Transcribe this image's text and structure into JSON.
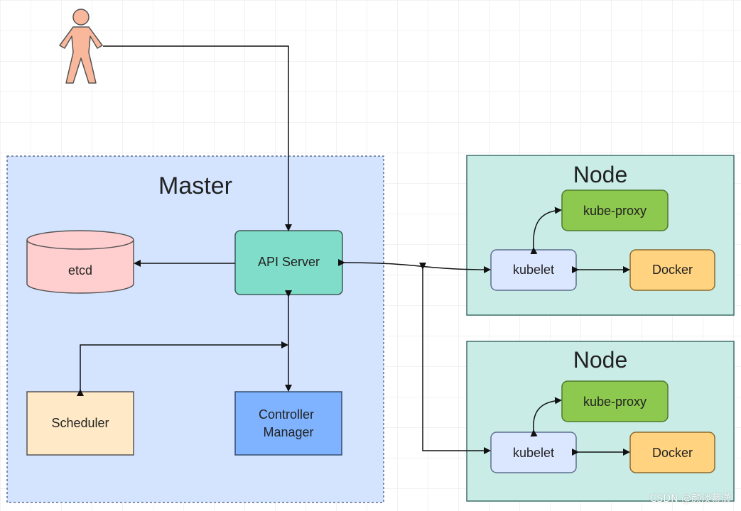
{
  "diagram": {
    "master": {
      "title": "Master",
      "etcd": "etcd",
      "api_server": "API Server",
      "scheduler": "Scheduler",
      "controller_manager_line1": "Controller",
      "controller_manager_line2": "Manager"
    },
    "nodes": [
      {
        "title": "Node",
        "kube_proxy": "kube-proxy",
        "kubelet": "kubelet",
        "docker": "Docker"
      },
      {
        "title": "Node",
        "kube_proxy": "kube-proxy",
        "kubelet": "kubelet",
        "docker": "Docker"
      }
    ],
    "watermark": "CSDN @颜淡慕潇"
  },
  "colors": {
    "master_fill": "#d4e4ff",
    "master_border": "#5a6f8f",
    "node_fill": "#c9ece6",
    "node_border": "#3d6f6a",
    "etcd_fill": "#ffcece",
    "api_server_fill": "#7fddc9",
    "scheduler_fill": "#ffe9c6",
    "controller_fill": "#7fb3ff",
    "kube_proxy_fill": "#8dc84f",
    "kubelet_fill": "#dbe6ff",
    "docker_fill": "#ffd380",
    "user_fill": "#f9b89c"
  },
  "icons": {
    "user": "user-icon",
    "database": "database-icon"
  }
}
